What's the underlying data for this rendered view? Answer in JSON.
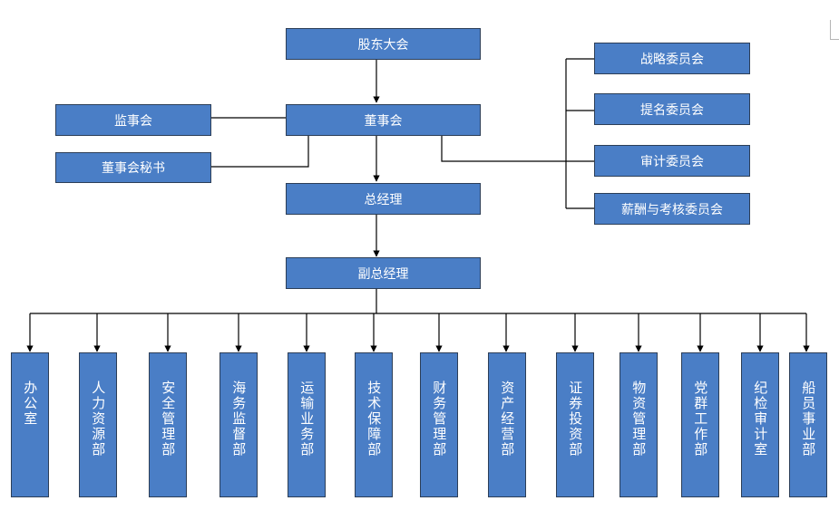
{
  "top": {
    "shareholders": "股东大会",
    "board": "董事会",
    "supervisors": "监事会",
    "board_secretary": "董事会秘书",
    "general_manager": "总经理",
    "deputy_general_manager": "副总经理"
  },
  "committees": [
    "战略委员会",
    "提名委员会",
    "审计委员会",
    "薪酬与考核委员会"
  ],
  "departments": [
    "办公室",
    "人力资源部",
    "安全管理部",
    "海务监督部",
    "运输业务部",
    "技术保障部",
    "财务管理部",
    "资产经营部",
    "证券投资部",
    "物资管理部",
    "党群工作部",
    "纪检审计室",
    "船员事业部"
  ]
}
